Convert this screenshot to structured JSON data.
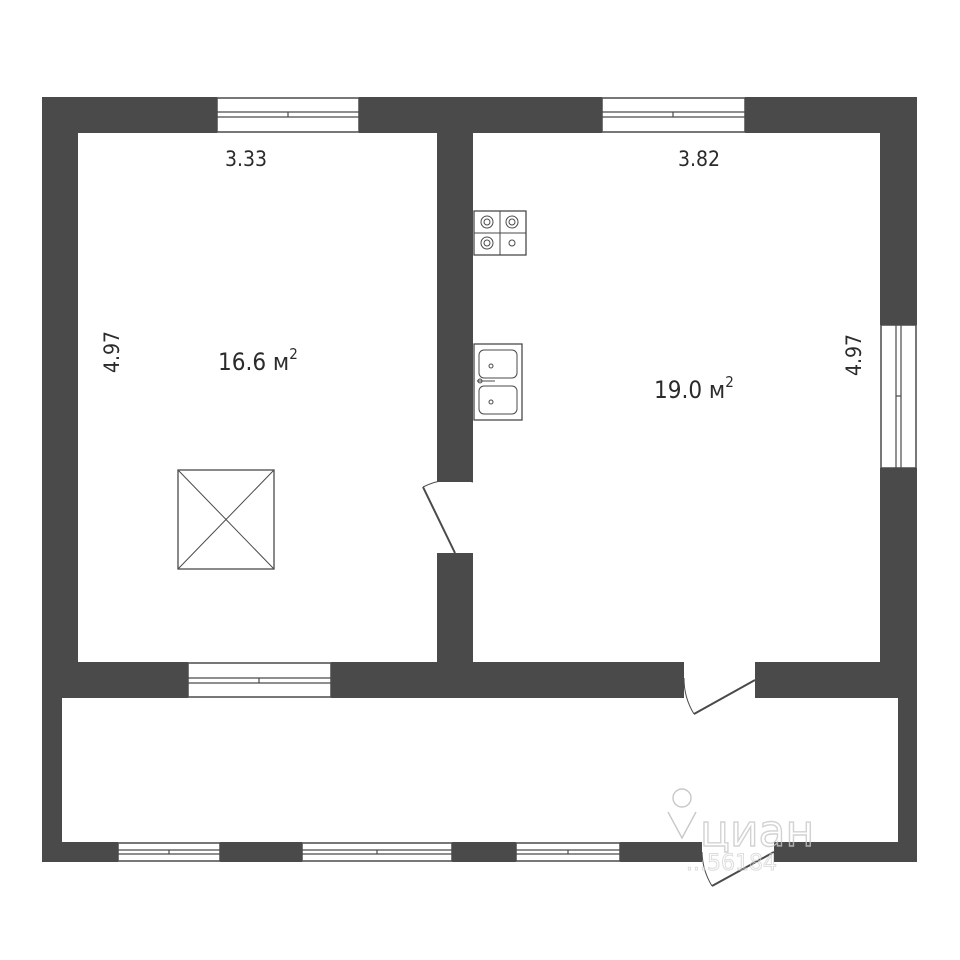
{
  "floorplan": {
    "rooms": [
      {
        "name": "room-left",
        "area": "16.6 м",
        "area_sup": "2",
        "width_dim": "3.33",
        "height_dim": "4.97"
      },
      {
        "name": "room-right",
        "area": "19.0 м",
        "area_sup": "2",
        "width_dim": "3.82",
        "height_dim": "4.97"
      }
    ],
    "watermark": {
      "brand": "циан",
      "id": "...56184"
    },
    "colors": {
      "wall": "#4a4a4a",
      "background": "#ffffff",
      "text": "#2b2b2b",
      "watermark": "#c8c8c8"
    }
  }
}
